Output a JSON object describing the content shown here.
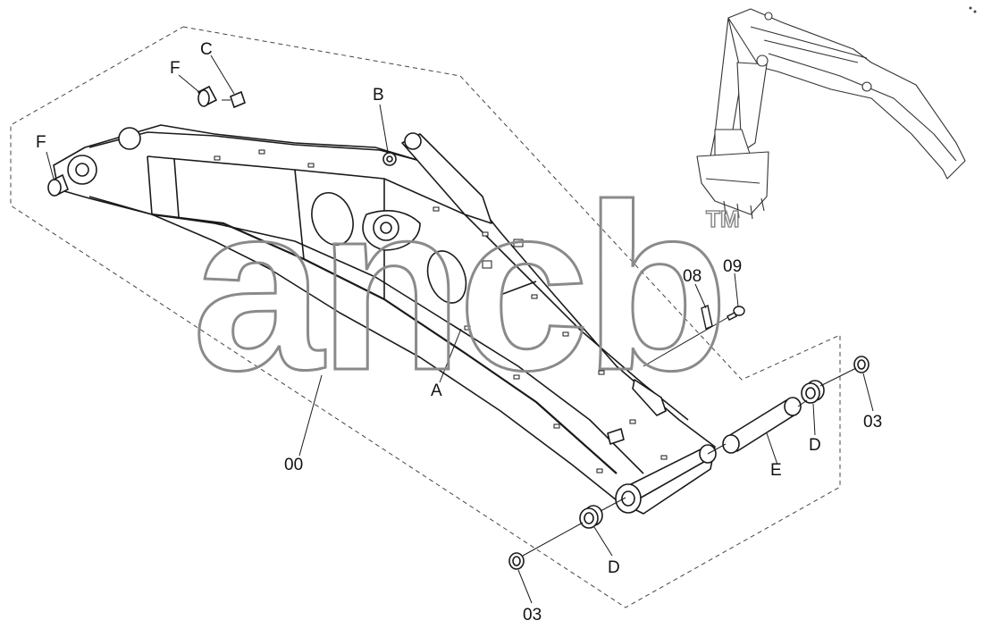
{
  "callouts": {
    "c_top": "C",
    "f_top": "F",
    "f_left": "F",
    "b": "B",
    "a": "A",
    "p00": "00",
    "p08": "08",
    "p09": "09",
    "e": "E",
    "d_right": "D",
    "d_bottom": "D",
    "p03_right": "03",
    "p03_bottom": "03"
  },
  "watermark": {
    "text": "ancb",
    "tm": "TM"
  },
  "colors": {
    "line": "#1a1a1a",
    "dashed": "#444444",
    "watermark": "#8a8a8a"
  }
}
